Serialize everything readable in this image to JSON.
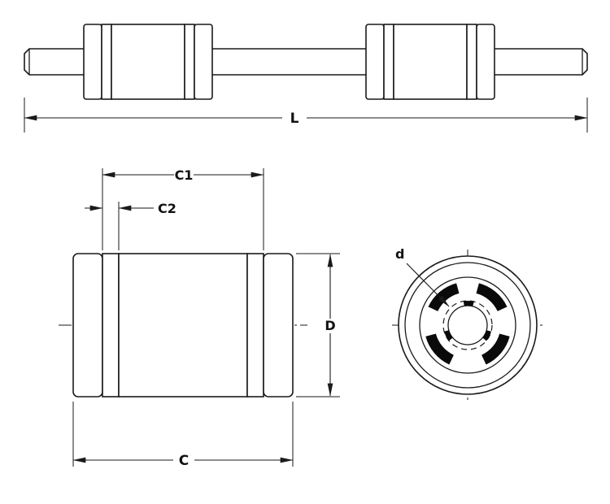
{
  "drawing": {
    "labels": {
      "length_l": "L",
      "c1": "C1",
      "c2": "C2",
      "diameter_d": "D",
      "c": "C",
      "bore_d": "d"
    },
    "colors": {
      "shaft_fill": "#b9b9b9",
      "line": "#1a1a1a"
    }
  }
}
